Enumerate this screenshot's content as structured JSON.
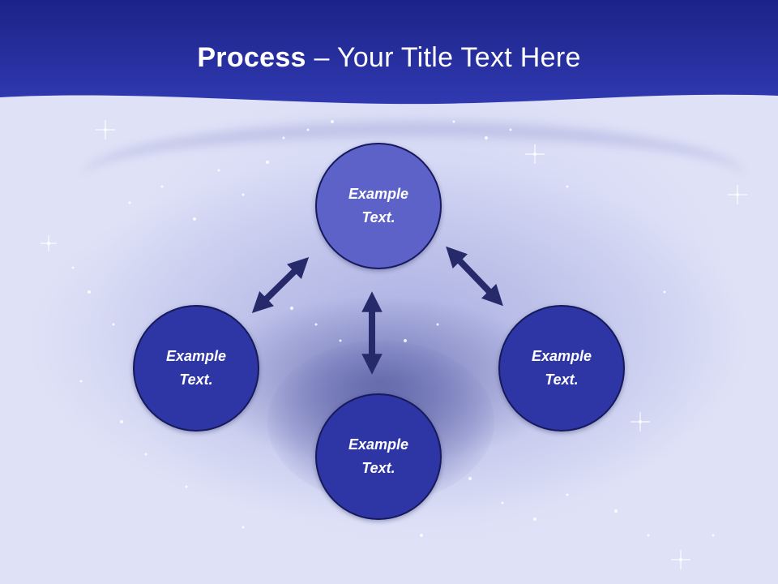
{
  "header": {
    "title_bold": "Process",
    "title_rest": " – Your Title Text Here"
  },
  "diagram": {
    "nodes": [
      {
        "label": "Example\nText."
      },
      {
        "label": "Example\nText."
      },
      {
        "label": "Example\nText."
      },
      {
        "label": "Example\nText."
      }
    ]
  },
  "colors": {
    "header": "#2b33a8",
    "top_node": "#5d62c8",
    "node": "#2d36a4",
    "arrow": "#262a6a"
  }
}
